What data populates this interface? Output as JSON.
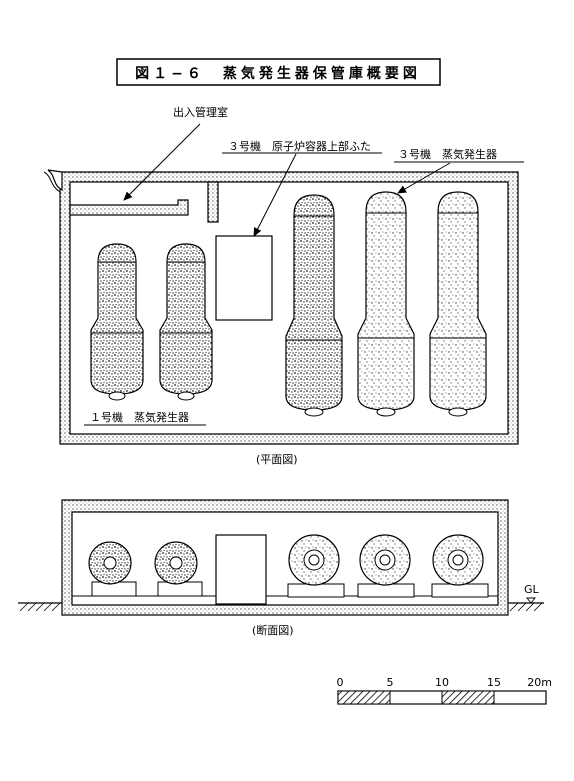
{
  "title": "図１−６　蒸気発生器保管庫概要図",
  "plan": {
    "entrance_label": "出入管理室",
    "unit3_lid_label": "３号機　原子炉容器上部ふた",
    "unit3_sg_label": "３号機　蒸気発生器",
    "unit1_sg_label": "１号機　蒸気発生器",
    "caption": "(平面図)"
  },
  "section": {
    "gl_label": "GL",
    "caption": "(断面図)"
  },
  "scale": {
    "ticks": [
      "0",
      "5",
      "10",
      "15",
      "20m"
    ],
    "hatched_segments": [
      [
        0,
        5
      ],
      [
        10,
        15
      ]
    ]
  }
}
